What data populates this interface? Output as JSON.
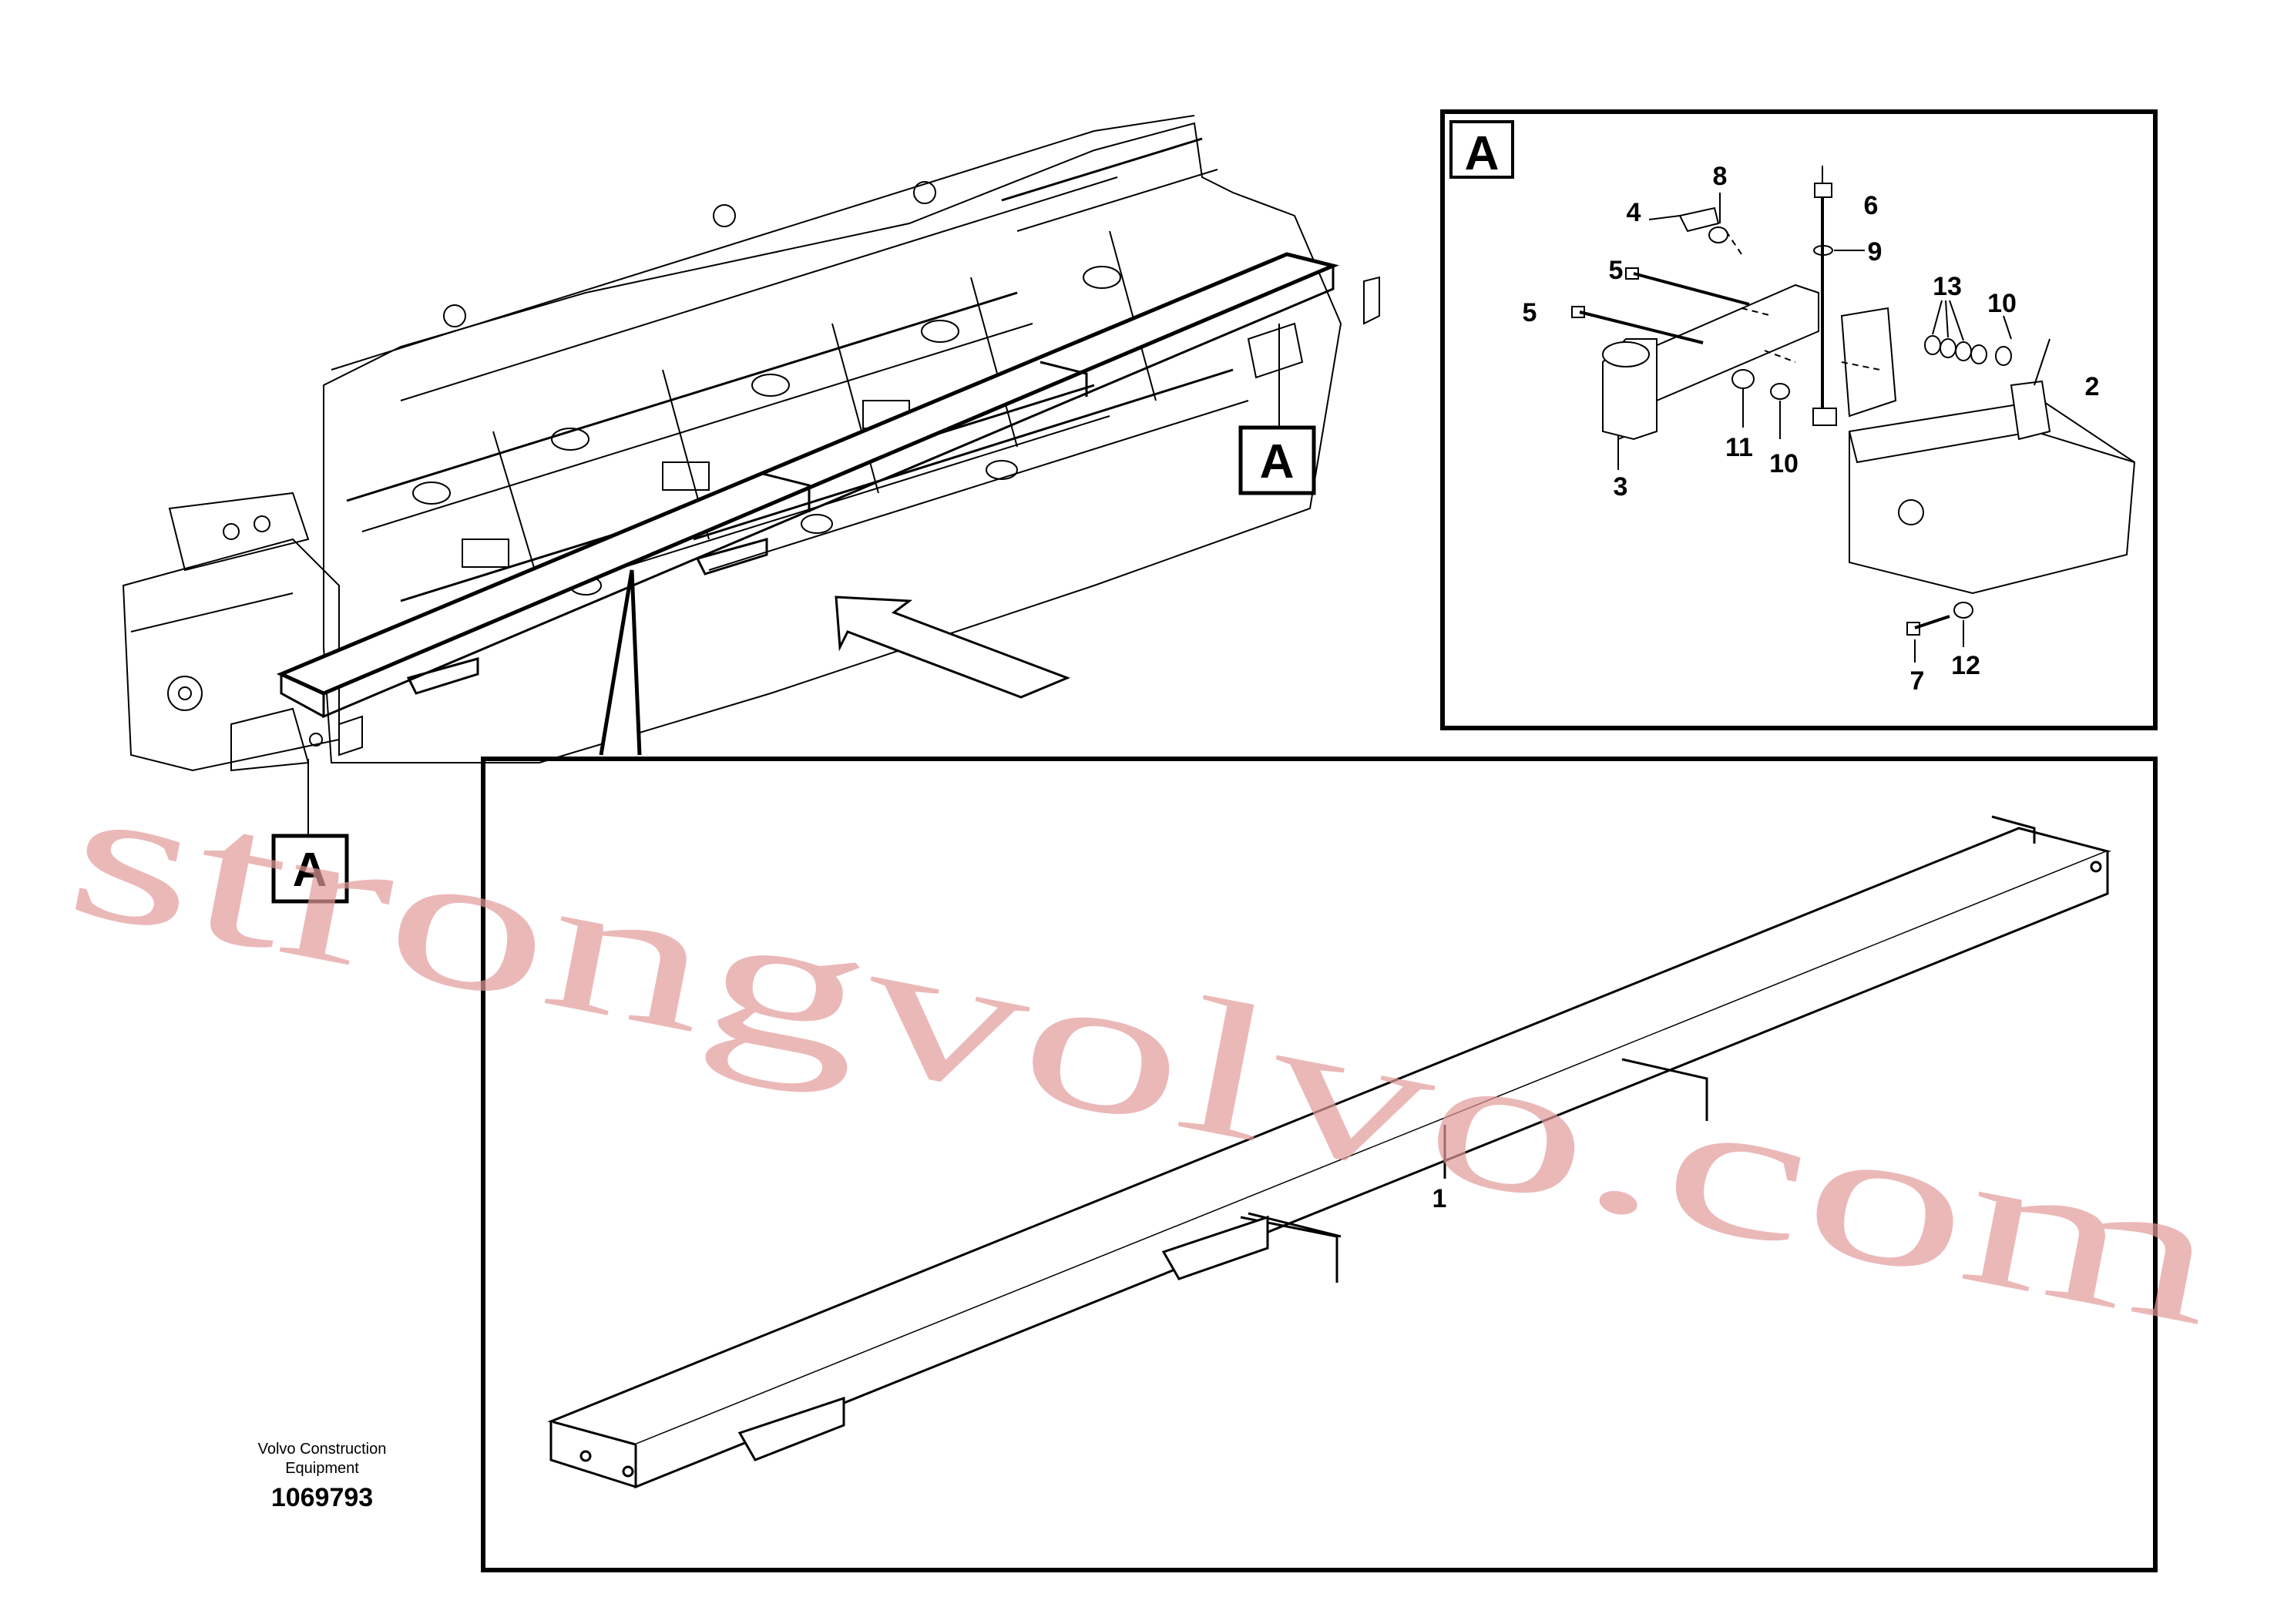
{
  "watermark": "strongvolvo.com",
  "view_tags": {
    "main_right": "A",
    "main_left": "A",
    "detail": "A"
  },
  "detail_labels": [
    "8",
    "6",
    "4",
    "9",
    "5",
    "5",
    "13",
    "10",
    "2",
    "3",
    "11",
    "10",
    "7",
    "12"
  ],
  "beam_label": "1",
  "footer": {
    "line1": "Volvo Construction",
    "line2": "Equipment",
    "code": "1069793"
  }
}
